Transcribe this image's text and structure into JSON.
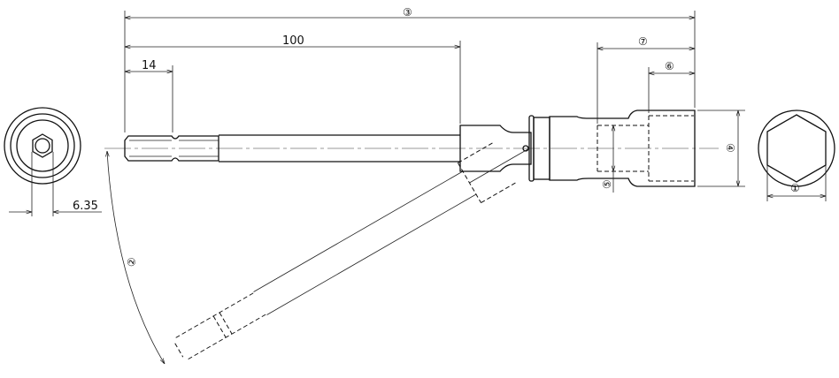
{
  "dimensions": {
    "overall_length": "③",
    "length_100": "100",
    "hex_shank_length": "14",
    "hex_shank_size": "6.35",
    "angle": "②",
    "socket_size": "①",
    "socket_outer_diameter": "④",
    "bore_diameter": "⑤",
    "socket_depth": "⑥",
    "socket_length": "⑦"
  }
}
